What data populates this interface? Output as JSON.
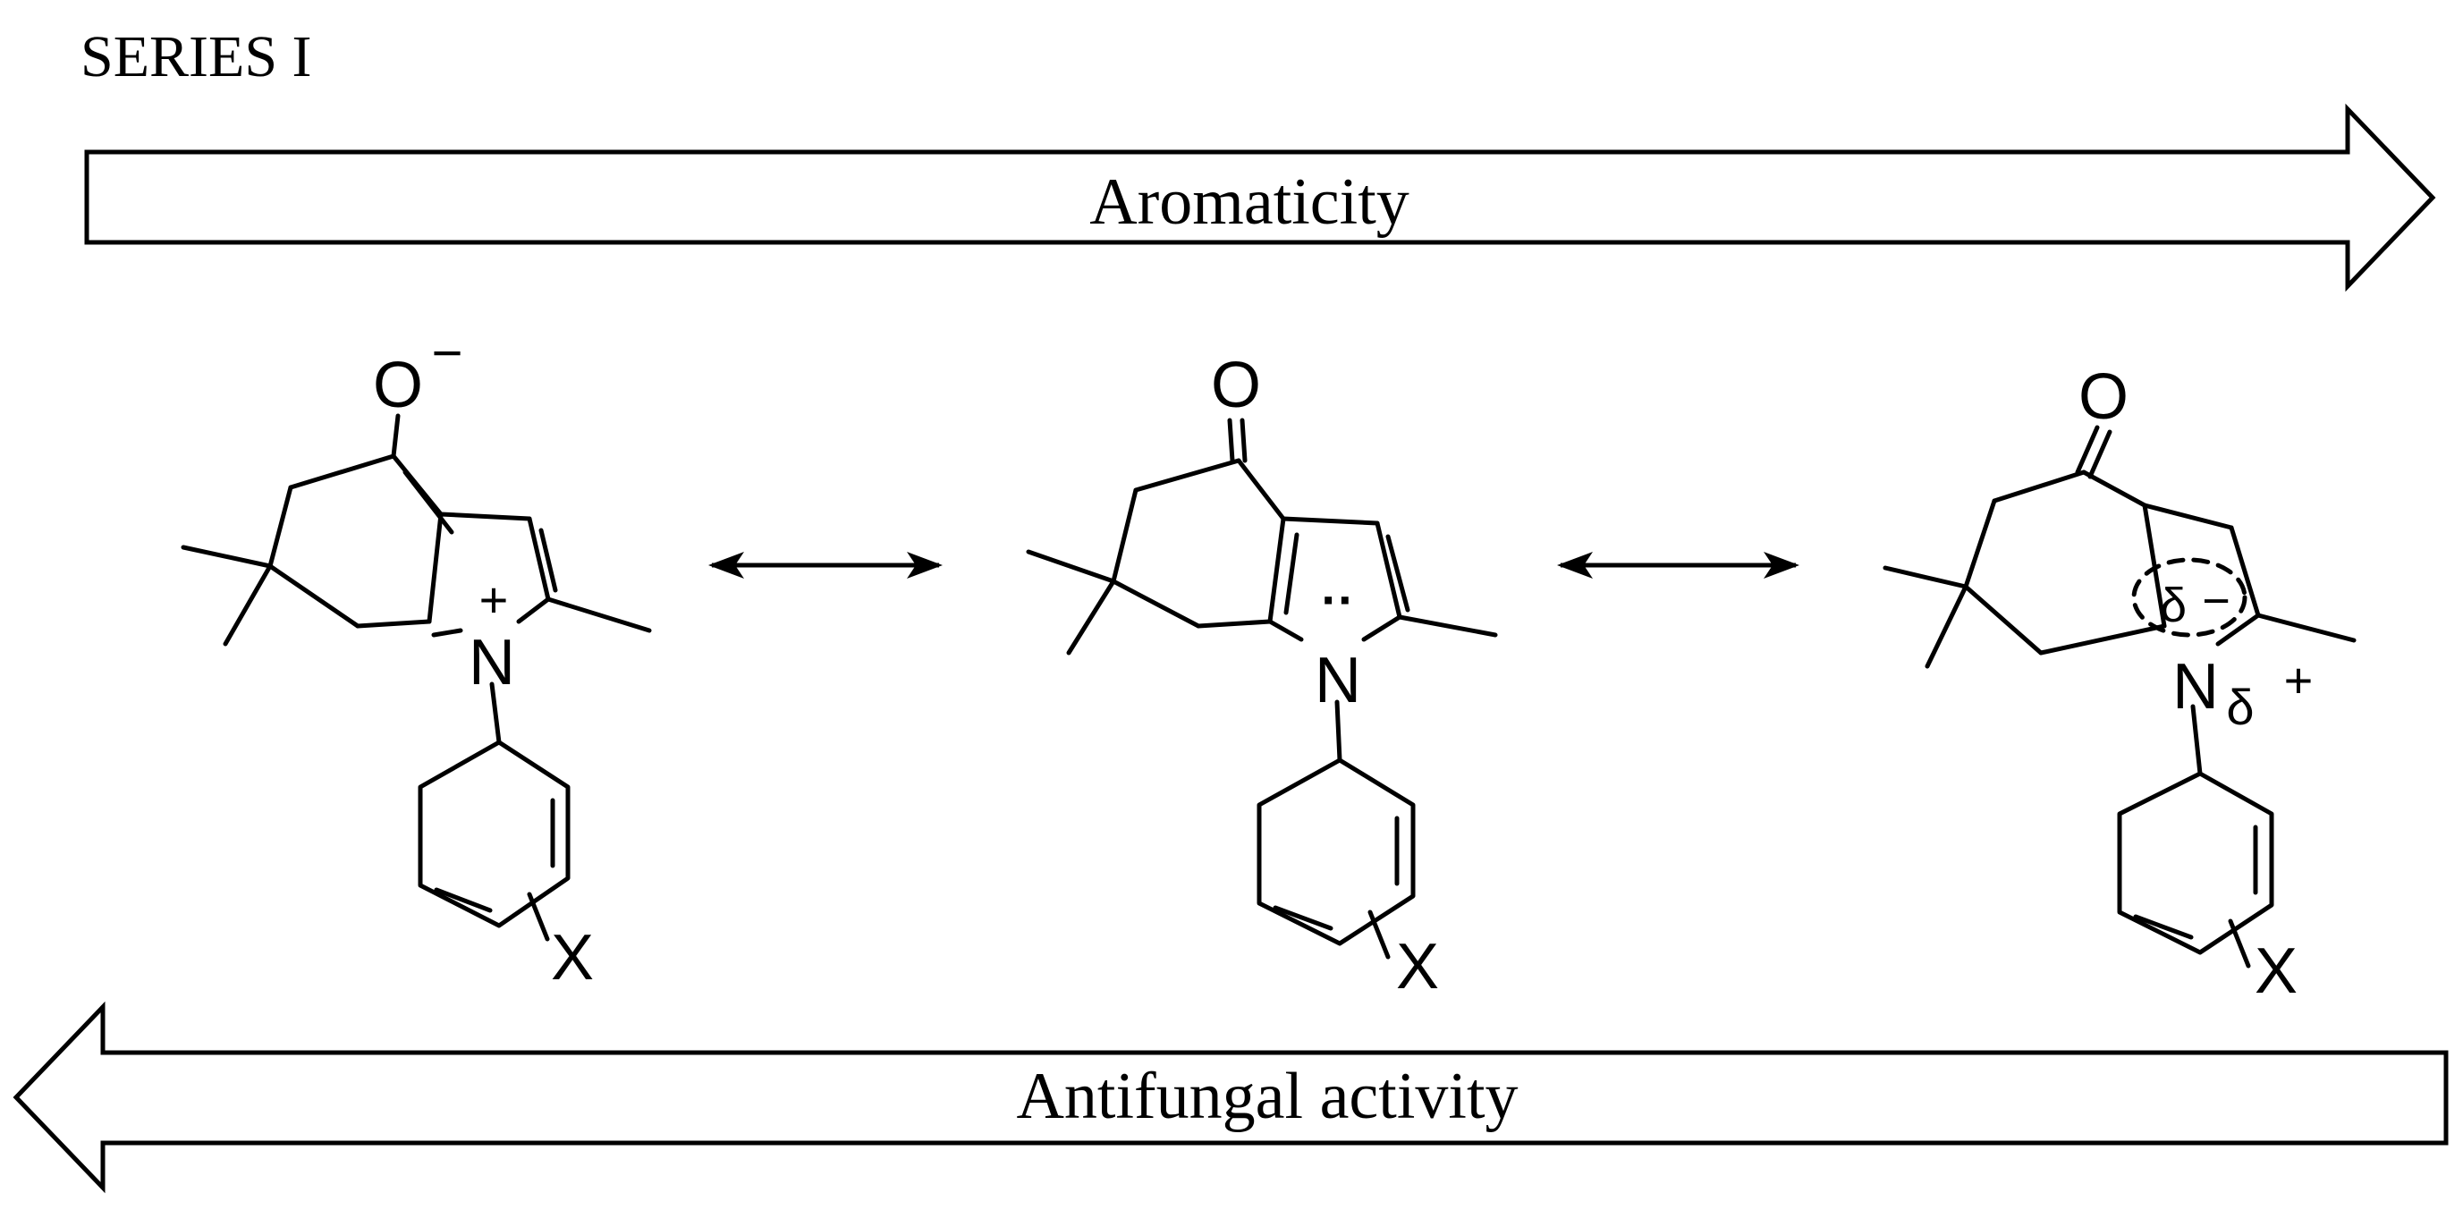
{
  "series_label": "SERIES  I",
  "top_arrow": {
    "label": "Aromaticity",
    "direction": "right"
  },
  "bottom_arrow": {
    "label": "Antifungal activity",
    "direction": "left"
  },
  "structures": [
    {
      "oxygen_label": "O",
      "oxygen_charge": "−",
      "nitrogen_label": "N",
      "nitrogen_charge": "+",
      "substituent_label": "X"
    },
    {
      "oxygen_label": "O",
      "nitrogen_label": "N",
      "lone_pair": "··",
      "substituent_label": "X"
    },
    {
      "oxygen_label": "O",
      "nitrogen_label": "N",
      "nitrogen_partial": "δ",
      "nitrogen_partial_sign": "+",
      "ring_partial": "δ",
      "ring_partial_sign": "−",
      "substituent_label": "X"
    }
  ],
  "resonance_arrow": "double-headed",
  "colors": {
    "ink": "#000000",
    "background": "#ffffff"
  }
}
